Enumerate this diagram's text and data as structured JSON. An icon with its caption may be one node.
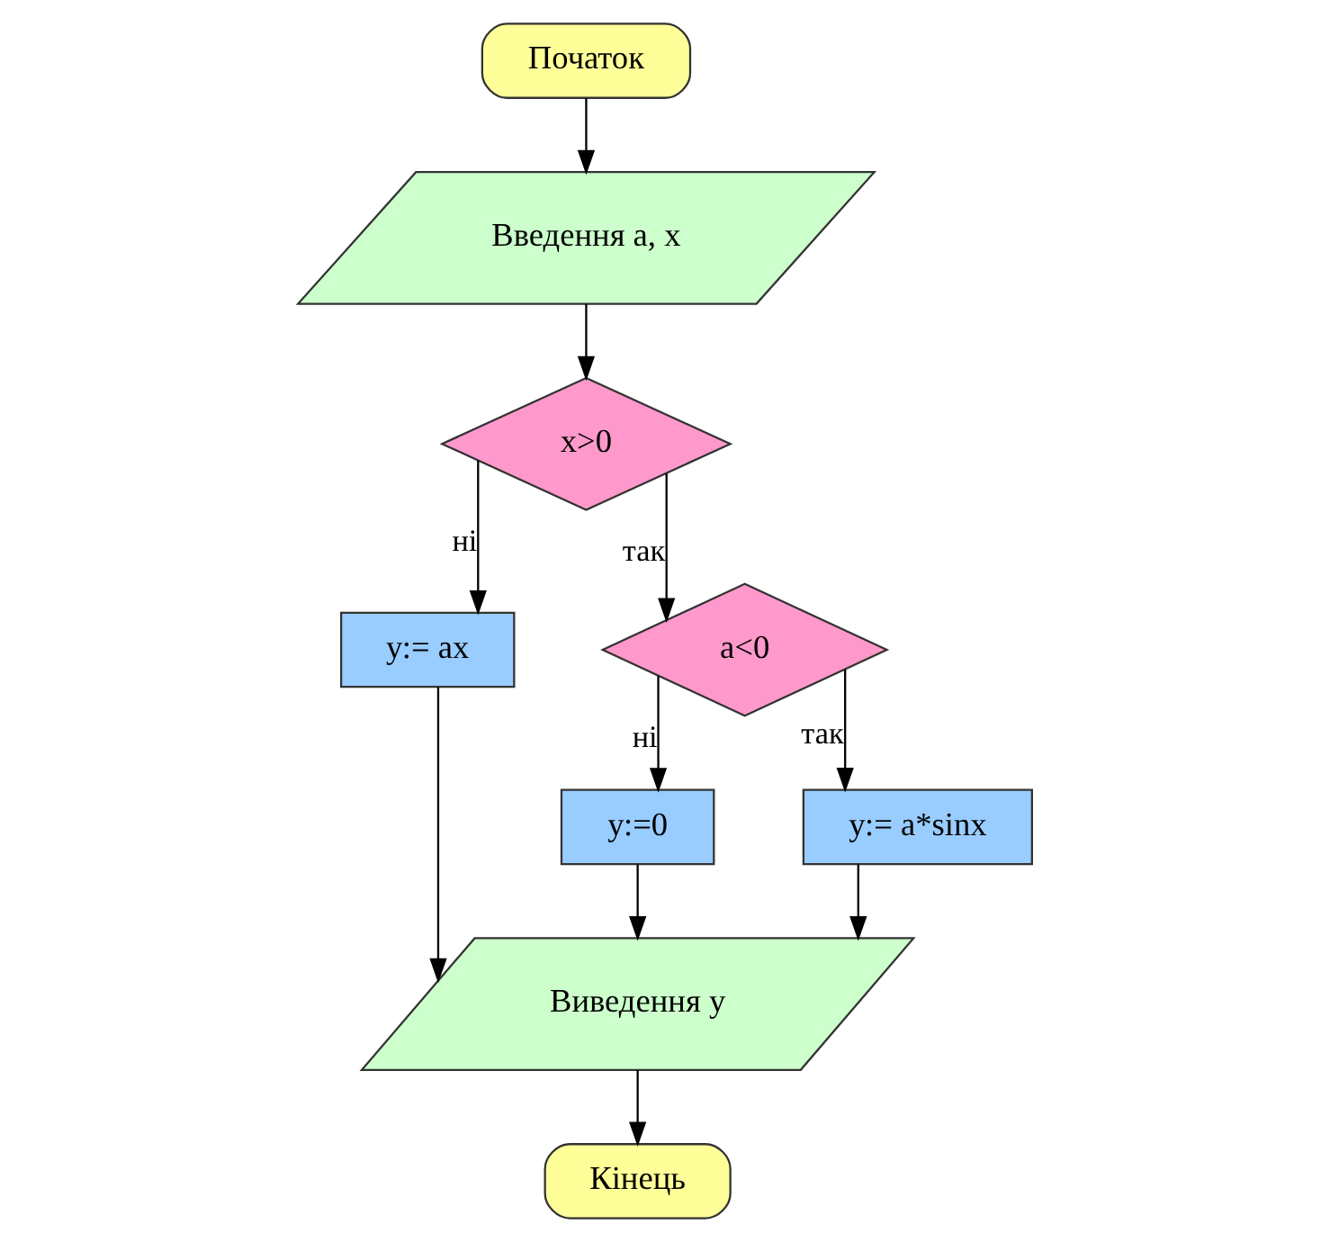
{
  "diagram": {
    "nodes": [
      {
        "text": [
          "Початок"
        ]
      },
      {
        "text": [
          "Введення а, х"
        ]
      },
      {
        "text": [
          "х>0"
        ]
      },
      {
        "text": [
          "у:= ах"
        ]
      },
      {
        "text": [
          "а<0"
        ]
      },
      {
        "text": [
          "у:=0"
        ]
      },
      {
        "text": [
          "у:= а*sinx"
        ]
      },
      {
        "text": [
          "Виведення у"
        ]
      },
      {
        "text": [
          "Кінець"
        ]
      }
    ],
    "edges": [
      {
        "from": 0,
        "to": 1,
        "arrow": "to"
      },
      {
        "from": 1,
        "to": 2,
        "arrow": "to"
      },
      {
        "from": 2,
        "to": 3,
        "arrow": "to",
        "label": "ні"
      },
      {
        "from": 2,
        "to": 4,
        "arrow": "to",
        "label": "так"
      },
      {
        "from": 4,
        "to": 5,
        "arrow": "to",
        "label": "ні"
      },
      {
        "from": 4,
        "to": 6,
        "arrow": "to",
        "label": "так"
      },
      {
        "from": 3,
        "to": 7,
        "arrow": "to"
      },
      {
        "from": 5,
        "to": 7,
        "arrow": "to"
      },
      {
        "from": 6,
        "to": 7,
        "arrow": "to"
      },
      {
        "from": 7,
        "to": 8,
        "arrow": "to"
      }
    ]
  }
}
